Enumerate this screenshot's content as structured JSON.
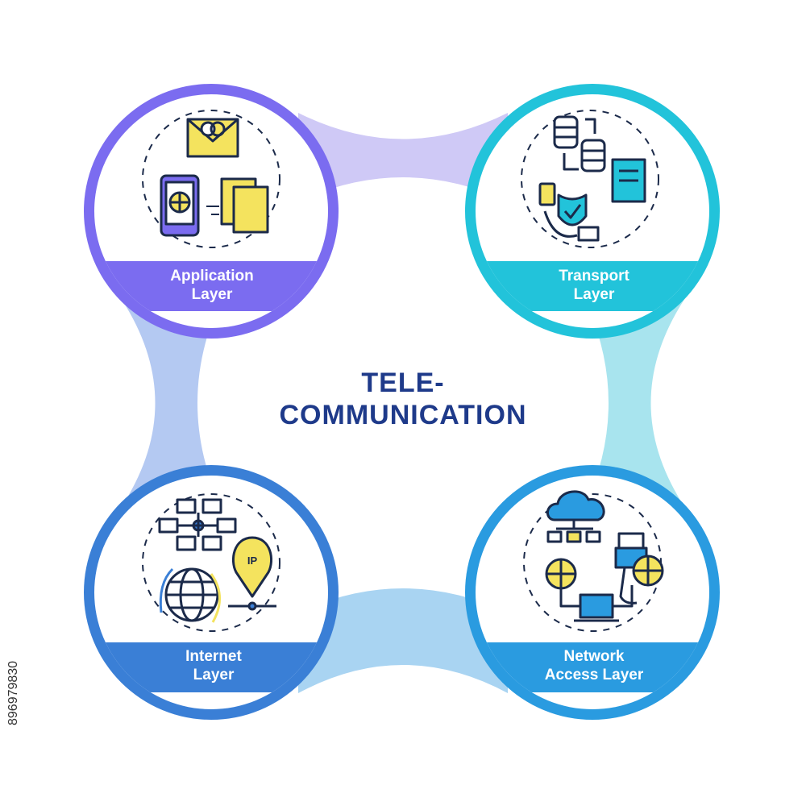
{
  "title_lines": [
    "TELE-",
    "COMMUNICATION"
  ],
  "layers": [
    {
      "id": "application",
      "label_lines": [
        "Application",
        "Layer"
      ],
      "color": "#7b6cf0",
      "icon": "email-phone-documents-icon"
    },
    {
      "id": "transport",
      "label_lines": [
        "Transport",
        "Layer"
      ],
      "color": "#22c3da",
      "icon": "database-server-shield-icon"
    },
    {
      "id": "internet",
      "label_lines": [
        "Internet",
        "Layer"
      ],
      "color": "#3a7fd6",
      "icon": "network-globe-ip-icon"
    },
    {
      "id": "network_access",
      "label_lines": [
        "Network",
        "Access Layer"
      ],
      "color": "#2a9be0",
      "icon": "cloud-usb-globe-laptop-icon"
    }
  ],
  "connector_colors": {
    "top": "#cfc9f6",
    "left": "#b4c9f2",
    "right": "#a8e4ee",
    "bottom": "#a9d4f2"
  },
  "icon_accent": "#f4e35e",
  "stock_id": "896979830"
}
